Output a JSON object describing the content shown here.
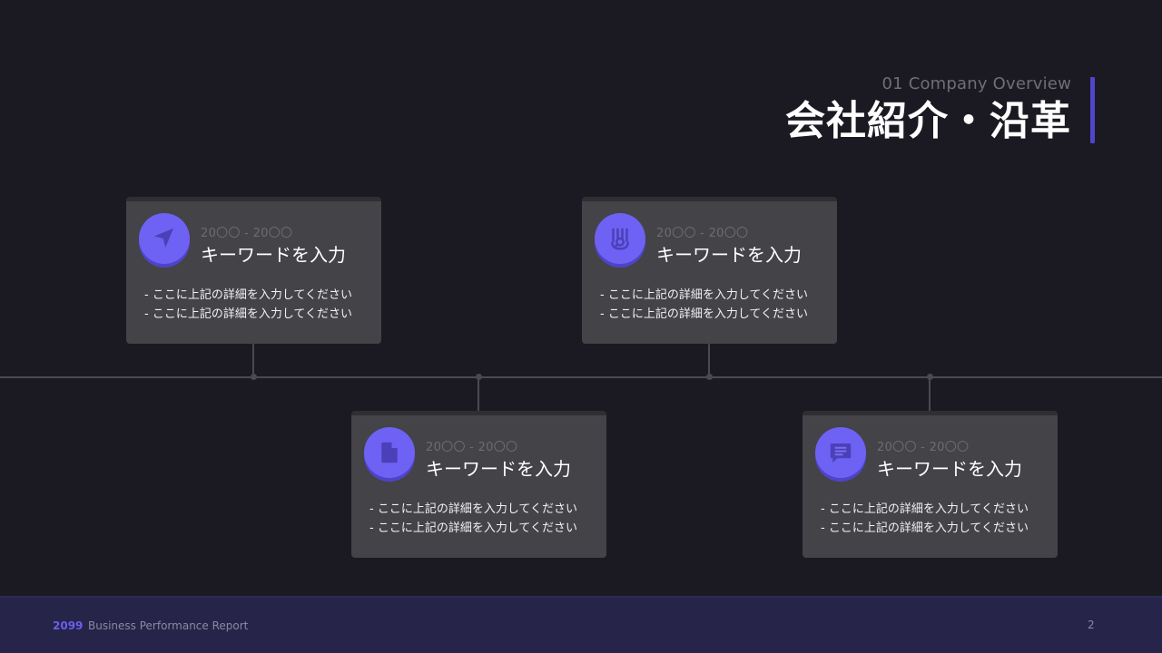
{
  "header": {
    "subtitle": "01 Company Overview",
    "title": "会社紹介・沿革"
  },
  "colors": {
    "background": "#1b1a22",
    "accent": "#4f46c9",
    "icon": "#6e62f4",
    "card": "#444347",
    "footer": "#27244a"
  },
  "cards": [
    {
      "icon": "paper-plane-icon",
      "date": "20〇〇 - 20〇〇",
      "keyword": "キーワードを入力",
      "details": [
        "- ここに上記の詳細を入力してください",
        "- ここに上記の詳細を入力してください"
      ]
    },
    {
      "icon": "document-icon",
      "date": "20〇〇 - 20〇〇",
      "keyword": "キーワードを入力",
      "details": [
        "- ここに上記の詳細を入力してください",
        "- ここに上記の詳細を入力してください"
      ]
    },
    {
      "icon": "hand-search-icon",
      "date": "20〇〇 - 20〇〇",
      "keyword": "キーワードを入力",
      "details": [
        "- ここに上記の詳細を入力してください",
        "- ここに上記の詳細を入力してください"
      ]
    },
    {
      "icon": "chat-message-icon",
      "date": "20〇〇 - 20〇〇",
      "keyword": "キーワードを入力",
      "details": [
        "- ここに上記の詳細を入力してください",
        "- ここに上記の詳細を入力してください"
      ]
    }
  ],
  "footer": {
    "year": "2099",
    "report_name": "Business Performance Report",
    "page_number": "2"
  }
}
